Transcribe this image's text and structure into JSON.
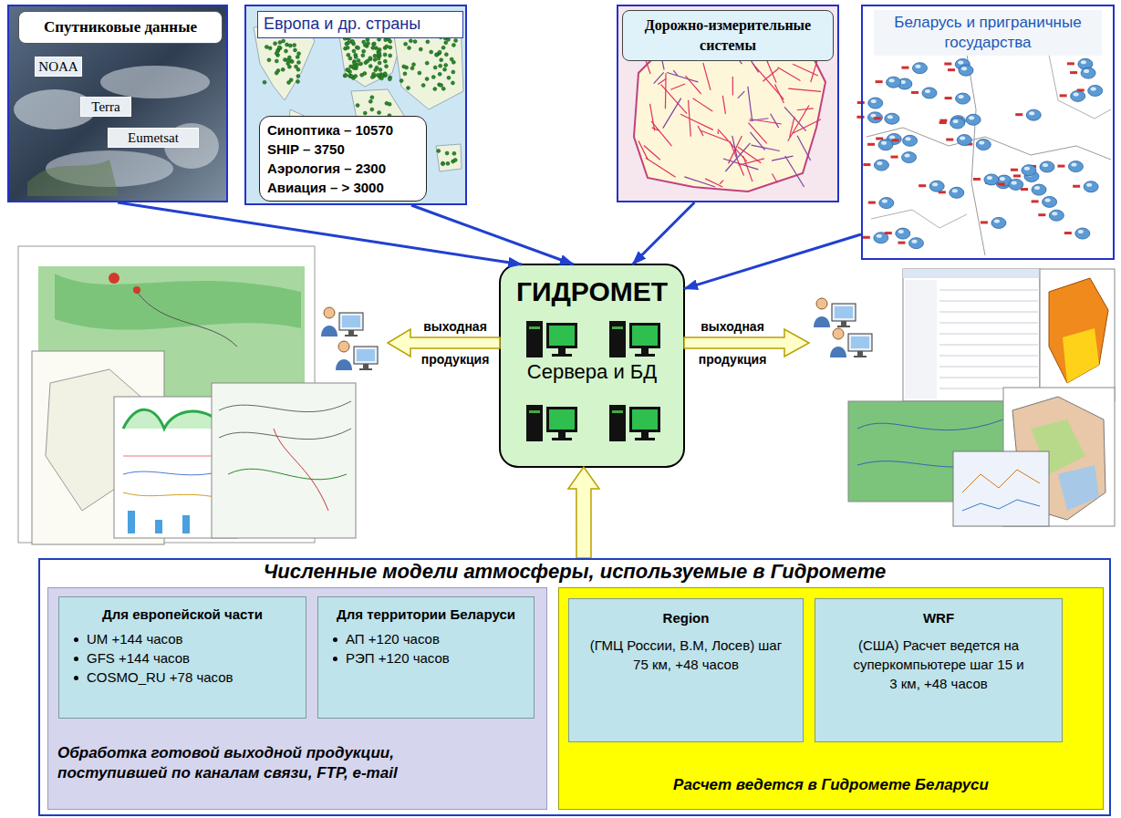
{
  "diagram": {
    "nodes": [
      {
        "text": [
          "Спутниковые данные"
        ]
      },
      {
        "text": [
          "NOAA"
        ],
        "in": 0
      },
      {
        "text": [
          "Terra"
        ],
        "in": 0
      },
      {
        "text": [
          "Eumetsat"
        ],
        "in": 0
      },
      {
        "text": [
          "Европа и др. страны"
        ]
      },
      {
        "text": [
          "Синоптика – 10570",
          "SHIP – 3750",
          "Аэрология – 2300",
          "Авиация – > 3000"
        ],
        "in": 4
      },
      {
        "text": [
          "Дорожно-измерительные системы"
        ]
      },
      {
        "text": [
          "Беларусь и приграничные государства"
        ]
      },
      {
        "text": [
          "ГИДРОМЕТ",
          "Сервера и БД"
        ]
      },
      {
        "text": [
          "Численные модели атмосферы, используемые в Гидромете"
        ]
      },
      {
        "text": [
          "Обработка готовой выходной продукции, поступившей по каналам связи, FTP, e-mail"
        ],
        "in": 9
      },
      {
        "text": [
          "Для европейской части",
          "UM +144 часов",
          "GFS +144 часов",
          "COSMO_RU +78 часов"
        ],
        "in": 10
      },
      {
        "text": [
          "Для территории Беларуси",
          "АП +120 часов",
          "РЭП +120 часов"
        ],
        "in": 10
      },
      {
        "text": [
          "Расчет ведется в Гидромете Беларуси"
        ],
        "in": 9
      },
      {
        "text": [
          "Region",
          "(ГМЦ России, В.М, Лосев) шаг 75 км, +48 часов"
        ],
        "in": 13
      },
      {
        "text": [
          "WRF",
          "(США) Расчет ведется на суперкомпьютере шаг 15 и 3 км, +48 часов"
        ],
        "in": 13
      }
    ],
    "edges": [
      {
        "from": 0,
        "to": 8,
        "arrow": "to"
      },
      {
        "from": 4,
        "to": 8,
        "arrow": "to"
      },
      {
        "from": 6,
        "to": 8,
        "arrow": "to"
      },
      {
        "from": 7,
        "to": 8,
        "arrow": "to"
      },
      {
        "from": 9,
        "to": 8,
        "arrow": "to"
      }
    ],
    "labels": [
      "выходная продукция",
      "выходная продукция"
    ]
  }
}
